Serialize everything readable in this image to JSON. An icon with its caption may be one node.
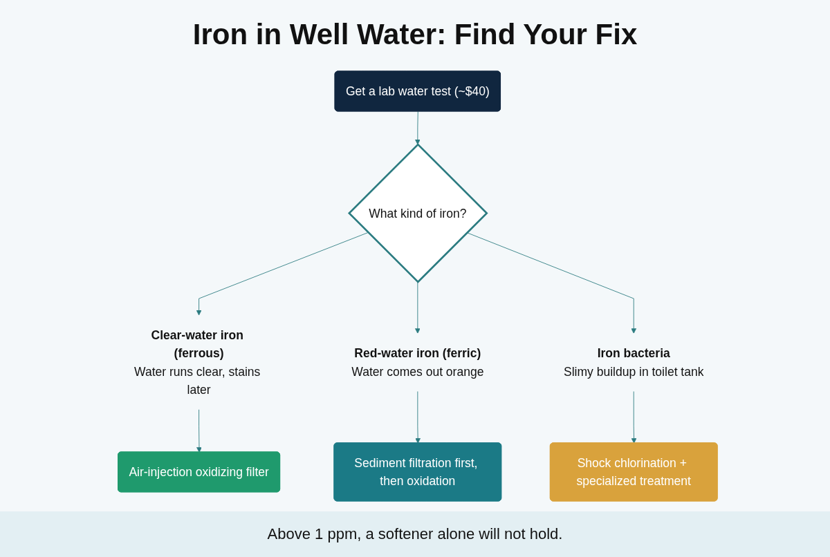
{
  "diagram": {
    "title": "Iron in Well Water: Find Your Fix",
    "caption": "Above 1 ppm, a softener alone will not hold.",
    "nodes": [
      {
        "text": [
          "Get a lab water test (~$40)"
        ]
      },
      {
        "text": [
          "What kind of iron?"
        ]
      },
      {
        "text": [
          "Clear-water iron (ferrous)",
          "Water runs clear, stains later"
        ]
      },
      {
        "text": [
          "Red-water iron (ferric)",
          "Water comes out orange"
        ]
      },
      {
        "text": [
          "Iron bacteria",
          "Slimy buildup in toilet tank"
        ]
      },
      {
        "text": [
          "Air-injection oxidizing filter"
        ]
      },
      {
        "text": [
          "Sediment filtration first, then oxidation"
        ]
      },
      {
        "text": [
          "Shock chlorination + specialized treatment"
        ]
      }
    ],
    "edges": [
      {
        "from": 0,
        "to": 1,
        "arrow": "to"
      },
      {
        "from": 1,
        "to": 2,
        "arrow": "to"
      },
      {
        "from": 1,
        "to": 3,
        "arrow": "to"
      },
      {
        "from": 1,
        "to": 4,
        "arrow": "to"
      },
      {
        "from": 2,
        "to": 5,
        "arrow": "to"
      },
      {
        "from": 3,
        "to": 6,
        "arrow": "to"
      },
      {
        "from": 4,
        "to": 7,
        "arrow": "to"
      }
    ]
  }
}
